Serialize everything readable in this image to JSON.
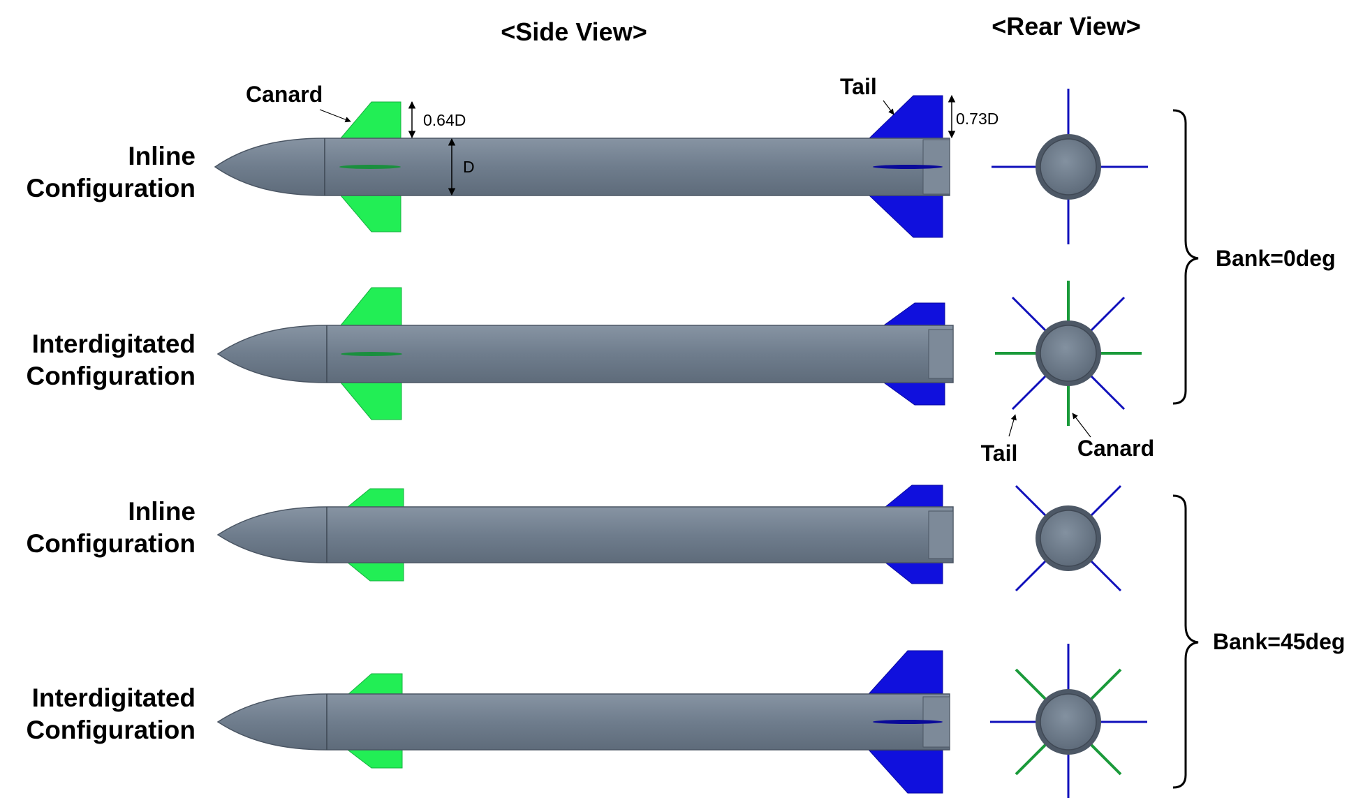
{
  "headers": {
    "side_view": "<Side View>",
    "rear_view": "<Rear View>"
  },
  "rows": [
    {
      "label_line1": "Inline",
      "label_line2": "Configuration"
    },
    {
      "label_line1": "Interdigitated",
      "label_line2": "Configuration"
    },
    {
      "label_line1": "Inline",
      "label_line2": "Configuration"
    },
    {
      "label_line1": "Interdigitated",
      "label_line2": "Configuration"
    }
  ],
  "annotations": {
    "canard_top": "Canard",
    "tail_top": "Tail",
    "canard_height": "0.64D",
    "tail_height": "0.73D",
    "diameter": "D",
    "tail_rear": "Tail",
    "canard_rear": "Canard"
  },
  "groups": {
    "bank0": "Bank=0deg",
    "bank45": "Bank=45deg"
  },
  "colors": {
    "body": "#6e7c8c",
    "canard": "#22ee55",
    "tail": "#1010dd"
  }
}
